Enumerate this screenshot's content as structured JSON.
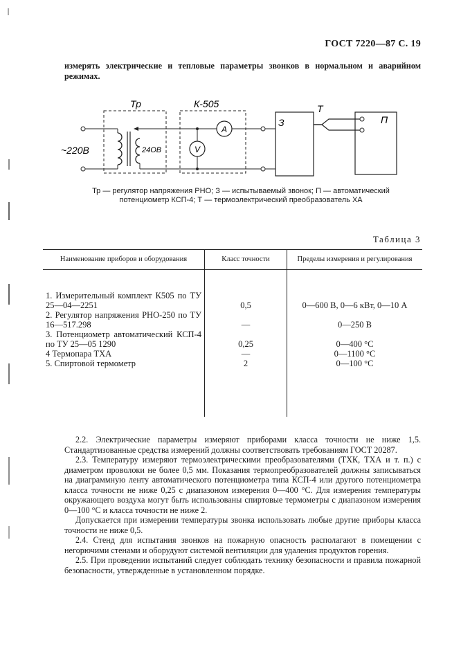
{
  "header": {
    "text": "ГОСТ 7220—87 С. 19"
  },
  "intro": "измерять электрические и тепловые параметры звонков в нормальном и аварийном режимах.",
  "scheme": {
    "tr_label": "Тр",
    "k505_label": "К-505",
    "t_label": "Т",
    "z_label": "З",
    "p_label": "П",
    "ammeter": "А",
    "voltmeter": "V",
    "input_voltage": "~220В",
    "output_voltage": "24ОВ"
  },
  "caption": "Тр — регулятор напряжения РНО; З — испытываемый звонок; П — автоматический потенциометр КСП-4; Т — термоэлектрический преобразователь ХА",
  "table": {
    "title": "Таблица 3",
    "headers": [
      "Наименование приборов и оборудования",
      "Класс точности",
      "Пределы измерения и регулирования"
    ],
    "rows": [
      {
        "name": "1. Измерительный комплект К505 по ТУ 25—04—2251",
        "cls": "0,5",
        "range": "0—600 В, 0—6 кВт, 0—10 А"
      },
      {
        "name": "2. Регулятор напряжения РНО-250 по ТУ 16—517.298",
        "cls": "—",
        "range": "0—250 В"
      },
      {
        "name": "3. Потенциометр автоматический КСП-4 по ТУ 25—05 1290",
        "cls": "0,25",
        "range": "0—400 °С"
      },
      {
        "name": "4 Термопара ТХА",
        "cls": "—",
        "range": "0—1100 °С"
      },
      {
        "name": "5. Спиртовой термометр",
        "cls": "2",
        "range": "0—100 °С"
      }
    ]
  },
  "paragraphs": [
    "2.2. Электрические параметры измеряют приборами класса точности не ниже 1,5. Стандартизованные средства измерений должны соответствовать требованиям ГОСТ 20287.",
    "2.3. Температуру измеряют термоэлектрическими преобразователями (ТХК, ТХА и т. п.) с диаметром проволоки не более 0,5 мм. Показания термопреобразователей должны записываться на диаграммную ленту автоматического потенциометра типа КСП-4 или другого потенциометра класса точности не ниже 0,25 с диапазоном измерения 0—400 °С. Для измерения температуры окружающего воздуха могут быть использованы спиртовые термометры с диапазоном измерения 0—100 °С и класса точности не ниже 2.",
    "Допускается при измерении температуры звонка использовать любые другие приборы класса точности не ниже 0,5.",
    "2.4. Стенд для испытания звонков на пожарную опасность располагают в помещении с негорючими стенами и оборудуют системой вентиляции для удаления продуктов горения.",
    "2.5. При проведении испытаний следует соблюдать технику безопасности и правила пожарной безопасности, утвержденные в установленном порядке."
  ]
}
